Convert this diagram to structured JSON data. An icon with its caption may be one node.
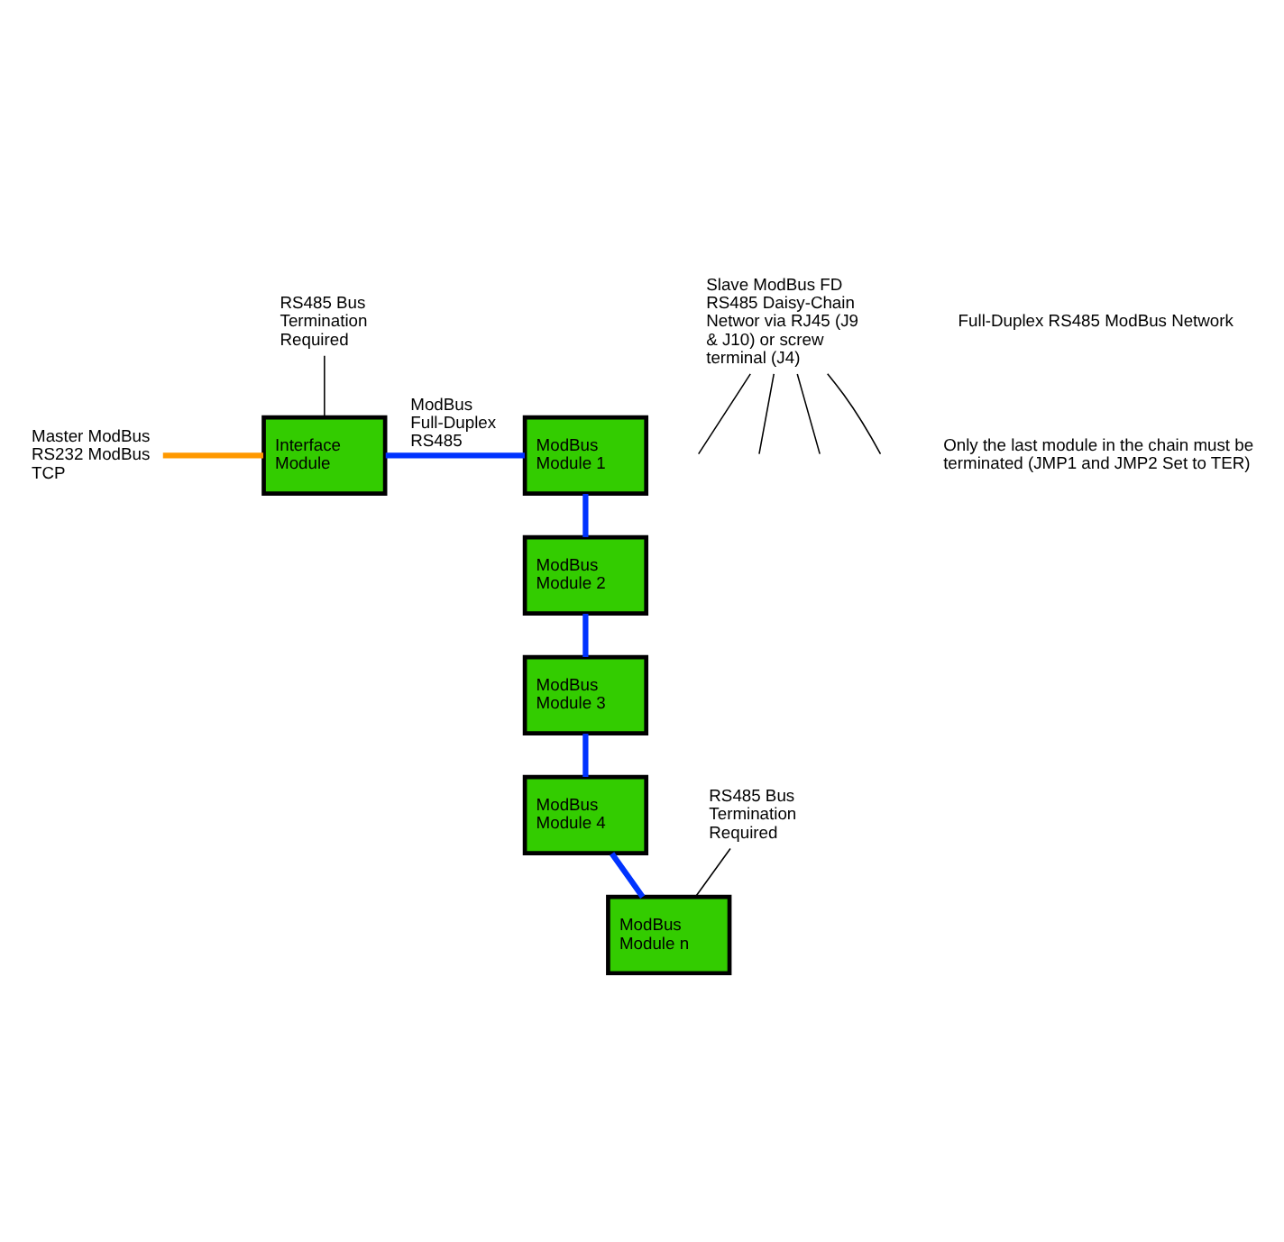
{
  "diagram": {
    "nodes": [
      {
        "text": [
          "Master ModBus RS232 ModBus TCP"
        ]
      },
      {
        "text": [
          "Interface Module"
        ]
      },
      {
        "text": [
          "ModBus Module 1"
        ]
      },
      {
        "text": [
          "ModBus Module 2"
        ]
      },
      {
        "text": [
          "ModBus Module 3"
        ]
      },
      {
        "text": [
          "ModBus Module 4"
        ]
      },
      {
        "text": [
          "ModBus Module n"
        ]
      },
      {
        "text": [
          "RS485 Bus Termination Required"
        ]
      },
      {
        "text": [
          "Slave ModBus FD RS485 Daisy-Chain Networ via RJ45 (J9 & J10) or screw terminal (J4)"
        ]
      },
      {
        "text": [
          "RS485 Bus Termination Required"
        ]
      }
    ],
    "edges": [
      {
        "from": 0,
        "to": 1,
        "arrow": "none",
        "style": "thick",
        "color": "#ff9900"
      },
      {
        "from": 1,
        "to": 2,
        "arrow": "none",
        "label": "ModBus Full-Duplex RS485",
        "style": "thick",
        "color": "#0033ff"
      },
      {
        "from": 2,
        "to": 3,
        "arrow": "none",
        "style": "thick",
        "color": "#0033ff"
      },
      {
        "from": 3,
        "to": 4,
        "arrow": "none",
        "style": "thick",
        "color": "#0033ff"
      },
      {
        "from": 4,
        "to": 5,
        "arrow": "none",
        "style": "thick",
        "color": "#0033ff"
      },
      {
        "from": 5,
        "to": 6,
        "arrow": "none",
        "style": "thick",
        "color": "#0033ff"
      },
      {
        "from": 7,
        "to": 1,
        "arrow": "none"
      },
      {
        "from": 8,
        "to": null,
        "arrow": "none"
      },
      {
        "from": 8,
        "to": null,
        "arrow": "none"
      },
      {
        "from": 8,
        "to": null,
        "arrow": "none"
      },
      {
        "from": 8,
        "to": null,
        "arrow": "none"
      },
      {
        "from": 9,
        "to": 6,
        "arrow": "none"
      }
    ],
    "labels": [
      "Full-Duplex RS485 ModBus Network",
      "Only the last module in the chain must be terminated (JMP1 and JMP2 Set to TER)"
    ]
  }
}
